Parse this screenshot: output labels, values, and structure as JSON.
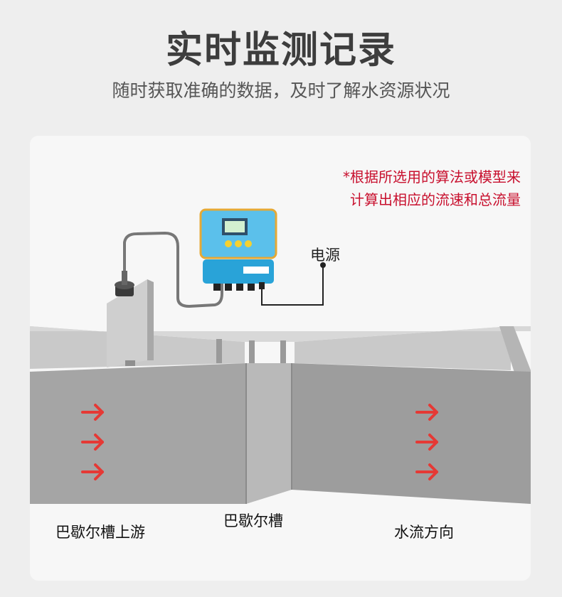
{
  "header": {
    "title": "实时监测记录",
    "subtitle": "随时获取准确的数据，及时了解水资源状况"
  },
  "diagram": {
    "note_line1": "*根据所选用的算法或模型来",
    "note_line2": "计算出相应的流速和总流量",
    "power_label": "电源",
    "upstream_label": "巴歇尔槽上游",
    "flume_label": "巴歇尔槽",
    "flow_direction_label": "水流方向",
    "arrow_color": "#e53935",
    "device_color": "#5bc0eb",
    "flume_color": "#a9a9a9"
  }
}
